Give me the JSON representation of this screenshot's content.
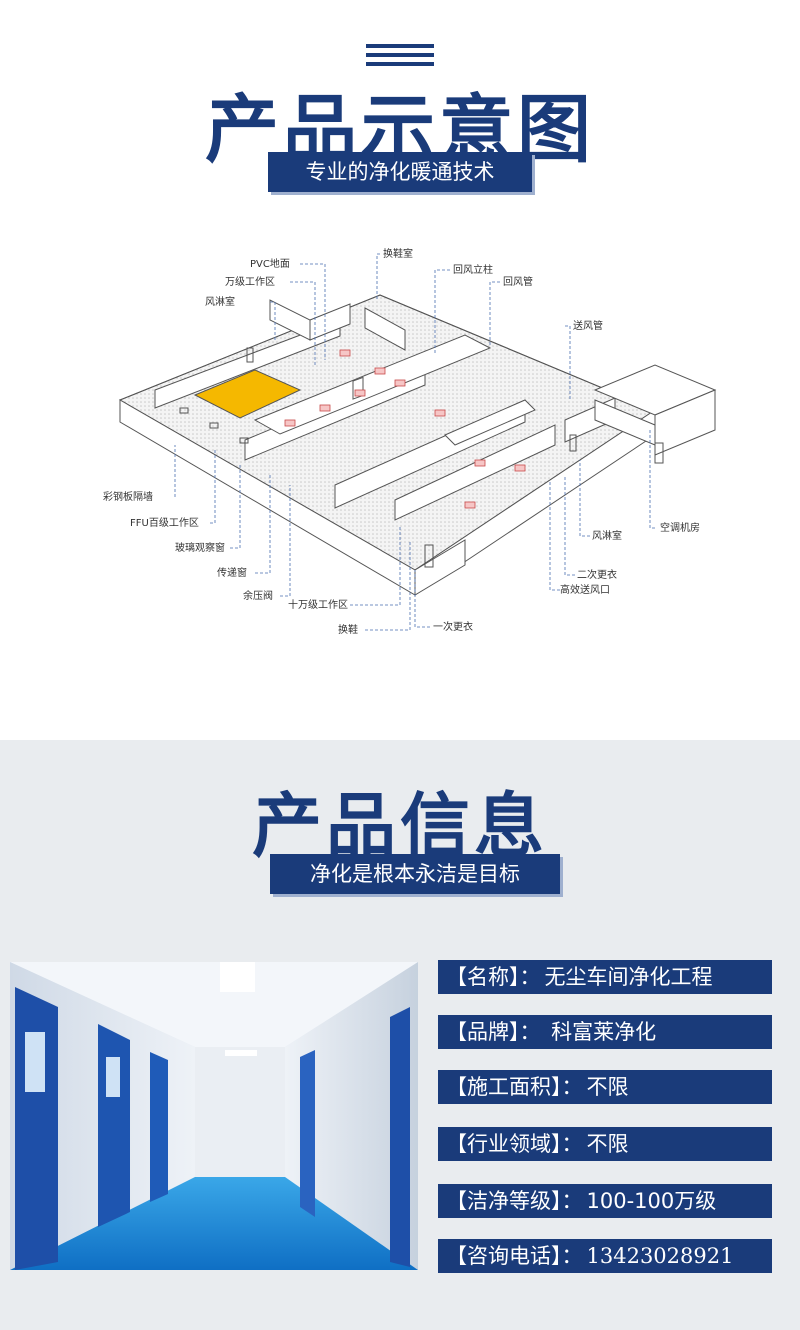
{
  "section1": {
    "title": "产品示意图",
    "subtitle": "专业的净化暖通技术"
  },
  "diagram": {
    "labels": {
      "pvc": "PVC地面",
      "wanji": "万级工作区",
      "fenglin_top": "风淋室",
      "huanxie_top": "换鞋室",
      "huifeng_zhu": "回风立柱",
      "huifeng_guan": "回风管",
      "songfeng": "送风管",
      "caigang": "彩钢板隔墙",
      "ffu": "FFU百级工作区",
      "boli": "玻璃观察窗",
      "chuandi": "传递窗",
      "yuya": "余压阀",
      "shiwan": "十万级工作区",
      "huanxie_bottom": "换鞋",
      "yici": "一次更衣",
      "gaoxiao": "高效送风口",
      "erci": "二次更衣",
      "fenglin_right": "风淋室",
      "kongtiao": "空调机房"
    }
  },
  "section2": {
    "title": "产品信息",
    "subtitle": "净化是根本永洁是目标"
  },
  "info": [
    {
      "key": "【名称】：",
      "value": "无尘车间净化工程"
    },
    {
      "key": "【品牌】：",
      "value": " 科富莱净化"
    },
    {
      "key": "【施工面积】：",
      "value": "不限"
    },
    {
      "key": "【行业领域】：",
      "value": "不限"
    },
    {
      "key": "【洁净等级】：",
      "value": "100-100万级"
    },
    {
      "key": "【咨询电话】：",
      "value": "13423028921"
    }
  ],
  "colors": {
    "navy": "#1a3b7a",
    "highlight": "#f5b800",
    "section2_bg": "#e9ecef"
  }
}
